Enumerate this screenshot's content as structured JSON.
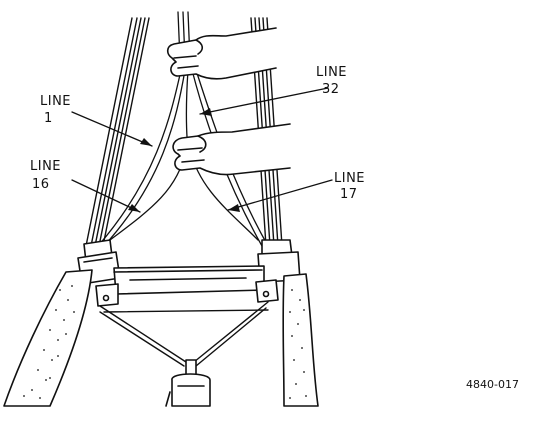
{
  "labels": {
    "line1": [
      "LINE",
      "1"
    ],
    "line32": [
      "LINE",
      "32"
    ],
    "line16": [
      "LINE",
      "16"
    ],
    "line17": [
      "LINE",
      "17"
    ]
  },
  "figure_code": "4840-017",
  "colors": {
    "ink": "#111111",
    "background": "#ffffff"
  },
  "icons": [
    "hand",
    "parachute-riser",
    "connector-link",
    "pack-tray"
  ]
}
